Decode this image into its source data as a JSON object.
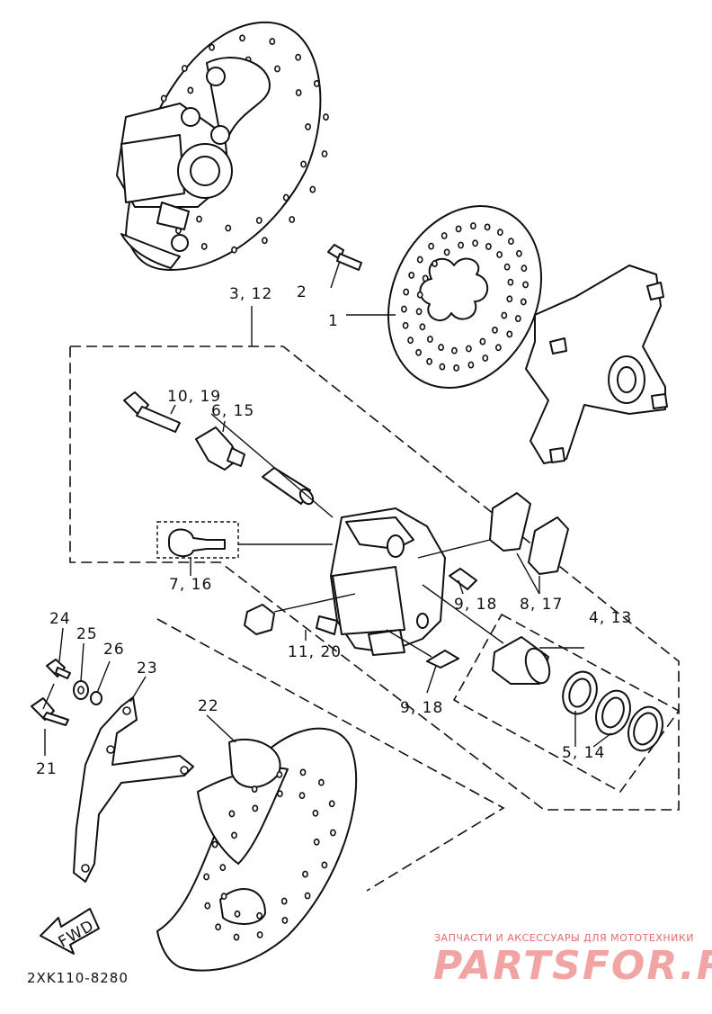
{
  "labels": {
    "p1": "1",
    "p2": "2",
    "p3_12": "3, 12",
    "p4_13": "4, 13",
    "p5_14": "5, 14",
    "p6_15": "6, 15",
    "p7_16": "7, 16",
    "p8_17": "8, 17",
    "p9_18_a": "9, 18",
    "p9_18_b": "9, 18",
    "p10_19": "10, 19",
    "p11_20": "11, 20",
    "p21": "21",
    "p22": "22",
    "p23": "23",
    "p24": "24",
    "p25": "25",
    "p26": "26"
  },
  "fwd_label": "FWD",
  "diagram_code": "2XK110-8280",
  "watermark": {
    "caption": "ЗАПЧАСТИ И АКСЕССУАРЫ ДЛЯ МОТОТЕХНИКИ",
    "brand": "PARTSFOR.RU"
  }
}
